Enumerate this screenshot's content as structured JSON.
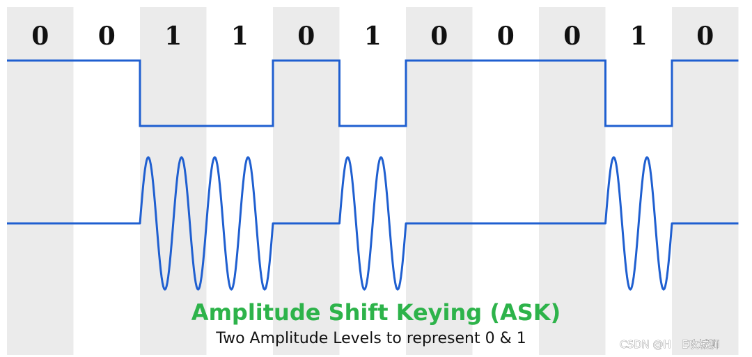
{
  "diagram": {
    "bits": [
      "0",
      "0",
      "1",
      "1",
      "0",
      "1",
      "0",
      "0",
      "0",
      "1",
      "0"
    ],
    "title": "Amplitude Shift Keying (ASK)",
    "subtitle": "Two Amplitude Levels to represent 0 & 1",
    "watermark": "CSDN @H　E攻城狮",
    "colors": {
      "signal": "#1f5fd0",
      "title": "#2db34a",
      "stripe": "#ebebeb"
    }
  }
}
